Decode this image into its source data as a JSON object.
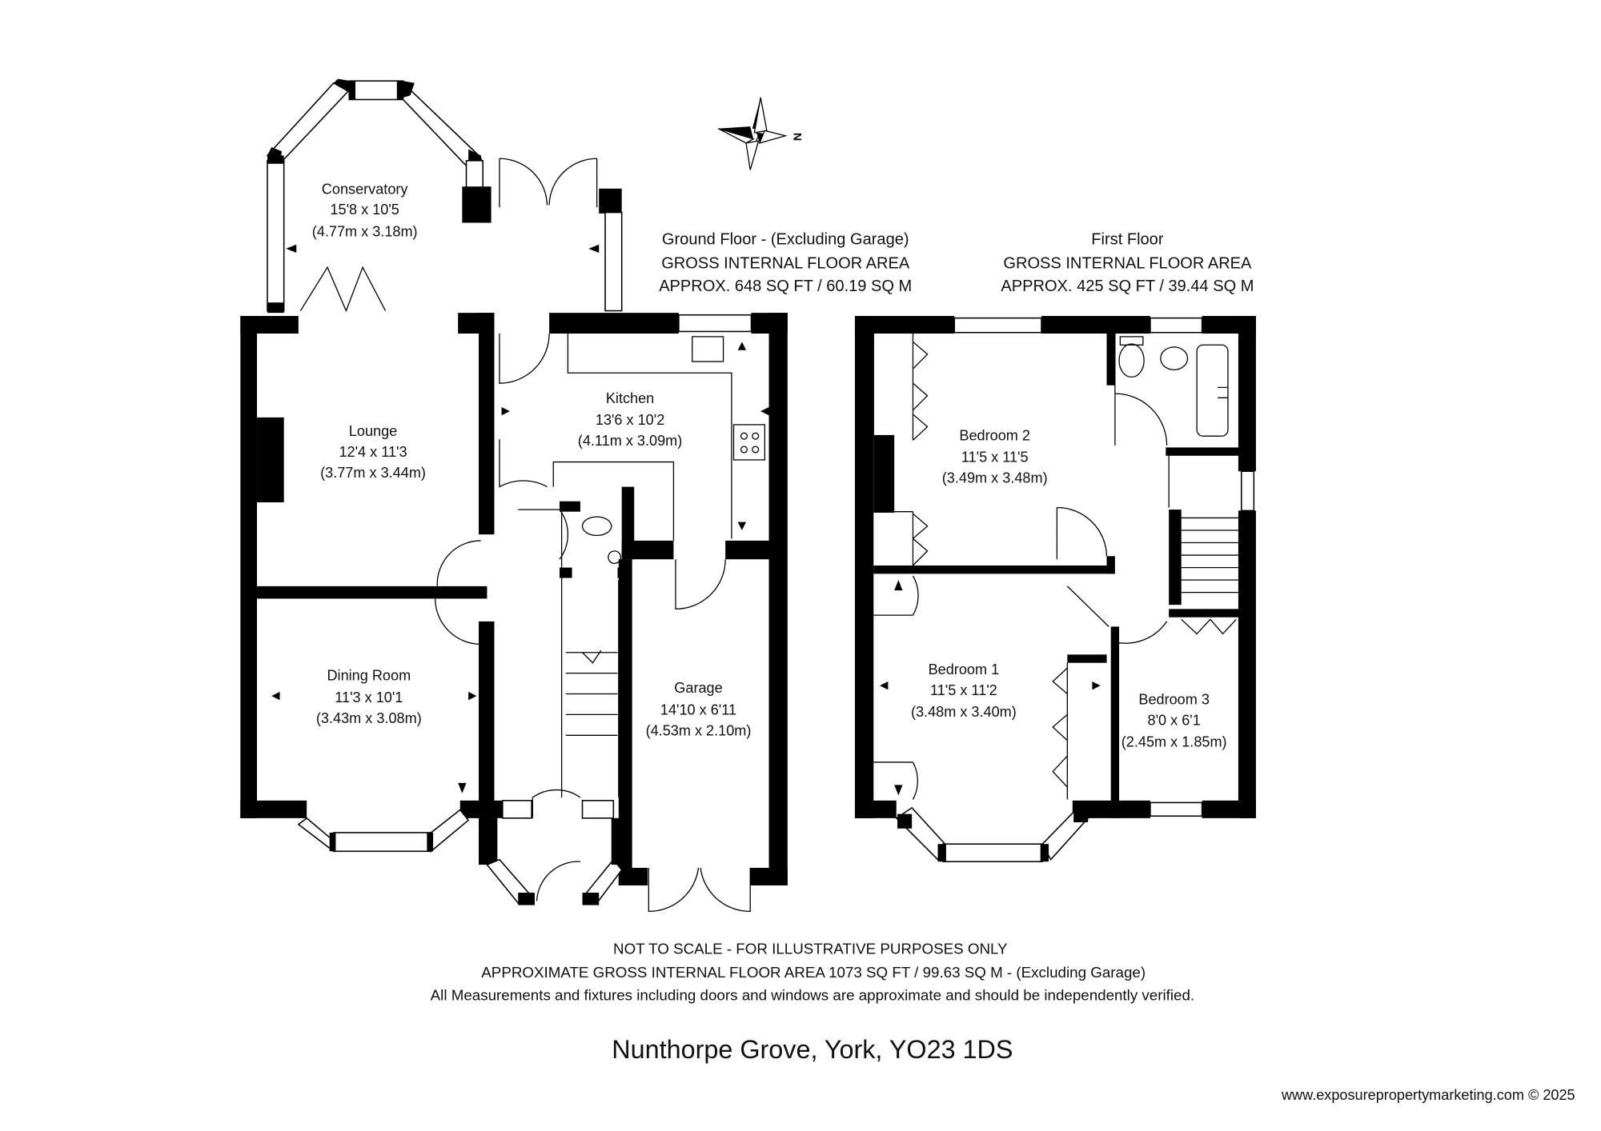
{
  "ground_floor": {
    "heading": "Ground Floor - (Excluding Garage)",
    "area_label": "GROSS INTERNAL FLOOR AREA",
    "area_value": "APPROX. 648 SQ FT / 60.19 SQ M",
    "rooms": [
      {
        "name": "Conservatory",
        "imperial": "15'8 x 10'5",
        "metric": "(4.77m x 3.18m)"
      },
      {
        "name": "Lounge",
        "imperial": "12'4 x 11'3",
        "metric": "(3.77m x 3.44m)"
      },
      {
        "name": "Kitchen",
        "imperial": "13'6 x 10'2",
        "metric": "(4.11m x 3.09m)"
      },
      {
        "name": "Dining Room",
        "imperial": "11'3 x 10'1",
        "metric": "(3.43m x 3.08m)"
      },
      {
        "name": "Garage",
        "imperial": "14'10 x 6'11",
        "metric": "(4.53m x 2.10m)"
      }
    ]
  },
  "first_floor": {
    "heading": "First Floor",
    "area_label": "GROSS INTERNAL FLOOR AREA",
    "area_value": "APPROX. 425 SQ FT / 39.44 SQ M",
    "rooms": [
      {
        "name": "Bedroom 2",
        "imperial": "11'5 x 11'5",
        "metric": "(3.49m x 3.48m)"
      },
      {
        "name": "Bedroom 1",
        "imperial": "11'5 x 11'2",
        "metric": "(3.48m x 3.40m)"
      },
      {
        "name": "Bedroom 3",
        "imperial": "8'0 x 6'1",
        "metric": "(2.45m x 1.85m)"
      }
    ]
  },
  "compass": {
    "icon": "north-compass-icon",
    "label": "N"
  },
  "notes": {
    "line1": "NOT TO SCALE - FOR ILLUSTRATIVE PURPOSES ONLY",
    "line2": "APPROXIMATE GROSS INTERNAL FLOOR AREA 1073 SQ FT / 99.63 SQ M - (Excluding Garage)",
    "line3": "All Measurements and fixtures including doors and windows are approximate and should be independently verified."
  },
  "address": "Nunthorpe Grove, York, YO23 1DS",
  "footer": "www.exposurepropertymarketing.com © 2025"
}
